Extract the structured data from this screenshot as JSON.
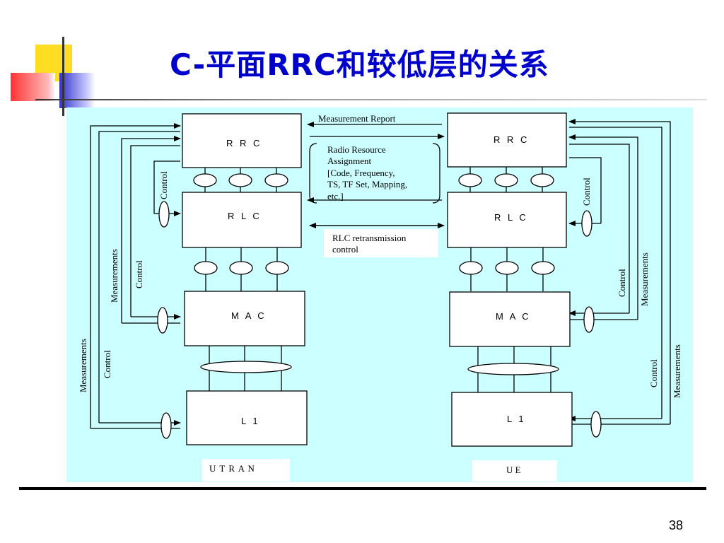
{
  "title": "C-平面RRC和较低层的关系",
  "page_number": "38",
  "colors": {
    "title": "#0000cc",
    "diagram_background": "#ccffff"
  },
  "utran": {
    "rrc": "R R C",
    "rlc": "R L C",
    "mac": "M A C",
    "l1": "L 1",
    "label": "U T R A N",
    "control_labels": [
      "Control",
      "Control",
      "Control"
    ],
    "measurement_labels": [
      "Measurements",
      "Measurements"
    ]
  },
  "ue": {
    "rrc": "R R C",
    "rlc": "R L C",
    "mac": "M A C",
    "l1": "L 1",
    "label": "U E",
    "control_labels": [
      "Control",
      "Control",
      "Control"
    ],
    "measurement_labels": [
      "Measurements",
      "Measurements"
    ]
  },
  "notes": {
    "measurement_report": "Measurement Report",
    "radio_resource": [
      "Radio Resource",
      "Assignment",
      "[Code, Frequency,",
      "TS, TF Set, Mapping,",
      "etc.]"
    ],
    "rlc_retransmission": [
      "RLC retransmission",
      "control"
    ]
  }
}
